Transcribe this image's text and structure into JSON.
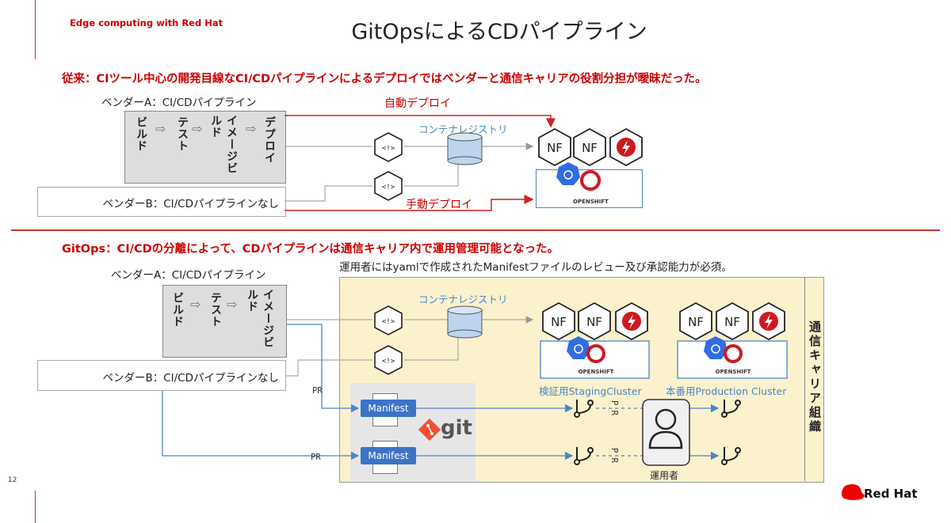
{
  "header": {
    "brand": "Edge computing with Red Hat",
    "title": "GitOpsによるCDパイプライン"
  },
  "section1": {
    "heading": "従来：CIツール中心の開発目線なCI/CDパイプラインによるデプロイではベンダーと通信キャリアの役割分担が曖昧だった。",
    "vendor_a": "ベンダーA：CI/CDパイプライン",
    "vendor_b": "ベンダーB：CI/CDパイプラインなし",
    "stages": [
      "ビルド",
      "テスト",
      "イメージビルド",
      "デプロイ"
    ],
    "auto_deploy": "自動デプロイ",
    "manual_deploy": "手動デプロイ",
    "registry": "コンテナレジストリ",
    "nf1": "NF",
    "nf2": "NF",
    "openshift": "OPENSHIFT"
  },
  "section2": {
    "heading": "GitOps：CI/CDの分離によって、CDパイプラインは通信キャリア内で運用管理可能となった。",
    "note": "運用者にはyamlで作成されたManifestファイルのレビュー及び承認能力が必須。",
    "vendor_a": "ベンダーA：CI/CDパイプライン",
    "vendor_b": "ベンダーB：CI/CDパイプラインなし",
    "stages": [
      "ビルド",
      "テスト",
      "イメージビルド"
    ],
    "registry": "コンテナレジストリ",
    "staging": "検証用StagingCluster",
    "production": "本番用Production Cluster",
    "org": "通信キャリア組織",
    "manifest1": "Manifest",
    "manifest2": "Manifest",
    "git": "git",
    "pr": "PR",
    "pr_v": "P R",
    "operator": "運用者",
    "nf": "NF",
    "openshift": "OPENSHIFT"
  },
  "footer": {
    "page_number": "12",
    "logo": "Red Hat"
  }
}
